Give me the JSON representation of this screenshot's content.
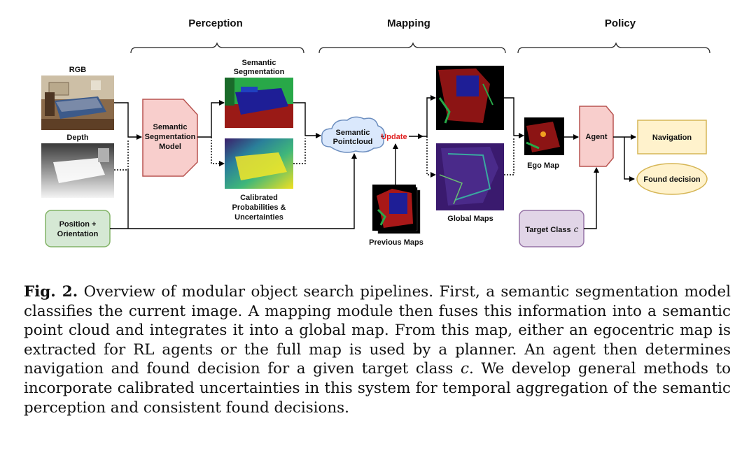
{
  "sections": {
    "perception": "Perception",
    "mapping": "Mapping",
    "policy": "Policy"
  },
  "inputs": {
    "rgb": "RGB",
    "depth": "Depth",
    "position_line1": "Position +",
    "position_line2": "Orientation"
  },
  "perception": {
    "model_line1": "Semantic",
    "model_line2": "Segmentation",
    "model_line3": "Model",
    "seg_line1": "Semantic",
    "seg_line2": "Segmentation",
    "calib_line1": "Calibrated",
    "calib_line2": "Probabilities &",
    "calib_line3": "Uncertainties"
  },
  "mapping": {
    "pointcloud_line1": "Semantic",
    "pointcloud_line2": "Pointcloud",
    "update": "Update",
    "previous_maps": "Previous Maps",
    "global_maps": "Global Maps"
  },
  "policy": {
    "ego_map": "Ego Map",
    "agent": "Agent",
    "target_class_text": "Target Class",
    "target_class_var": "c",
    "navigation": "Navigation",
    "found_decision": "Found decision"
  },
  "colors": {
    "model_fill": "#f8cecc",
    "model_stroke": "#b85450",
    "position_fill": "#d5e8d4",
    "position_stroke": "#82b366",
    "cloud_fill": "#dae8fc",
    "cloud_stroke": "#6c8ebf",
    "target_fill": "#e1d5e7",
    "target_stroke": "#9673a6",
    "output_fill": "#fff2cc",
    "output_stroke": "#d6b656",
    "update_text": "#e02020"
  },
  "caption": {
    "label": "Fig. 2.",
    "text_before_var": " Overview of modular object search pipelines. First, a semantic segmentation model classifies the current image. A mapping module then fuses this information into a semantic point cloud and integrates it into a global map. From this map, either an egocentric map is extracted for RL agents or the full map is used by a planner. An agent then determines navigation and found decision for a given target class ",
    "var": "c",
    "text_after_var": ". We develop general methods to incorporate calibrated uncertainties in this system for temporal aggregation of the semantic perception and consistent found decisions."
  }
}
